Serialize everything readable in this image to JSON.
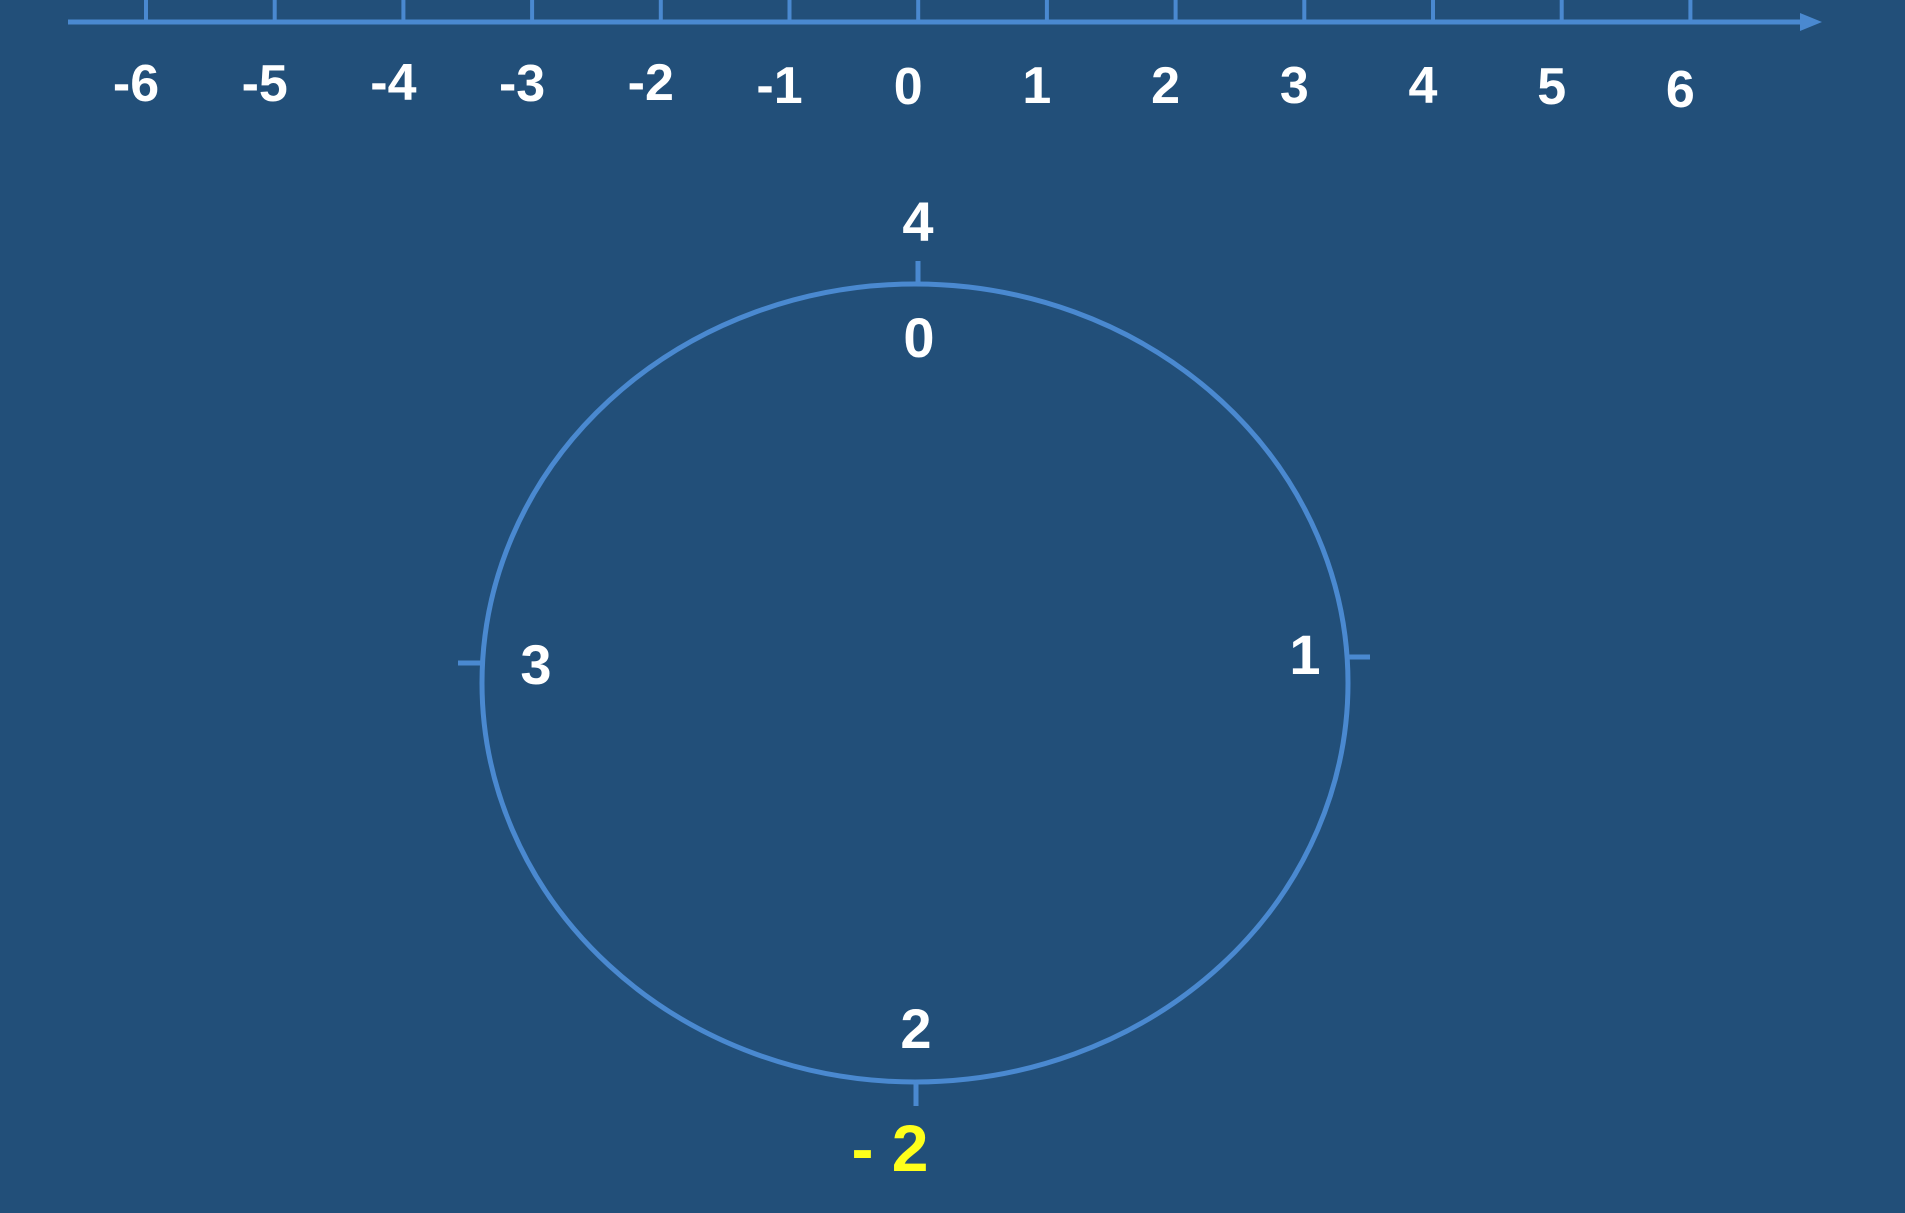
{
  "colors": {
    "background": "#224f79",
    "line": "#4a89d0",
    "label": "#ffffff",
    "highlight": "#ffff1a"
  },
  "number_line": {
    "ticks": [
      "-6",
      "-5",
      "-4",
      "-3",
      "-2",
      "-1",
      "0",
      "1",
      "2",
      "3",
      "4",
      "5",
      "6"
    ]
  },
  "circle": {
    "outer_top_label": "4",
    "inner_top_label": "0",
    "inner_right_label": "1",
    "inner_bottom_label": "2",
    "inner_left_label": "3",
    "highlight_label": "- 2"
  }
}
